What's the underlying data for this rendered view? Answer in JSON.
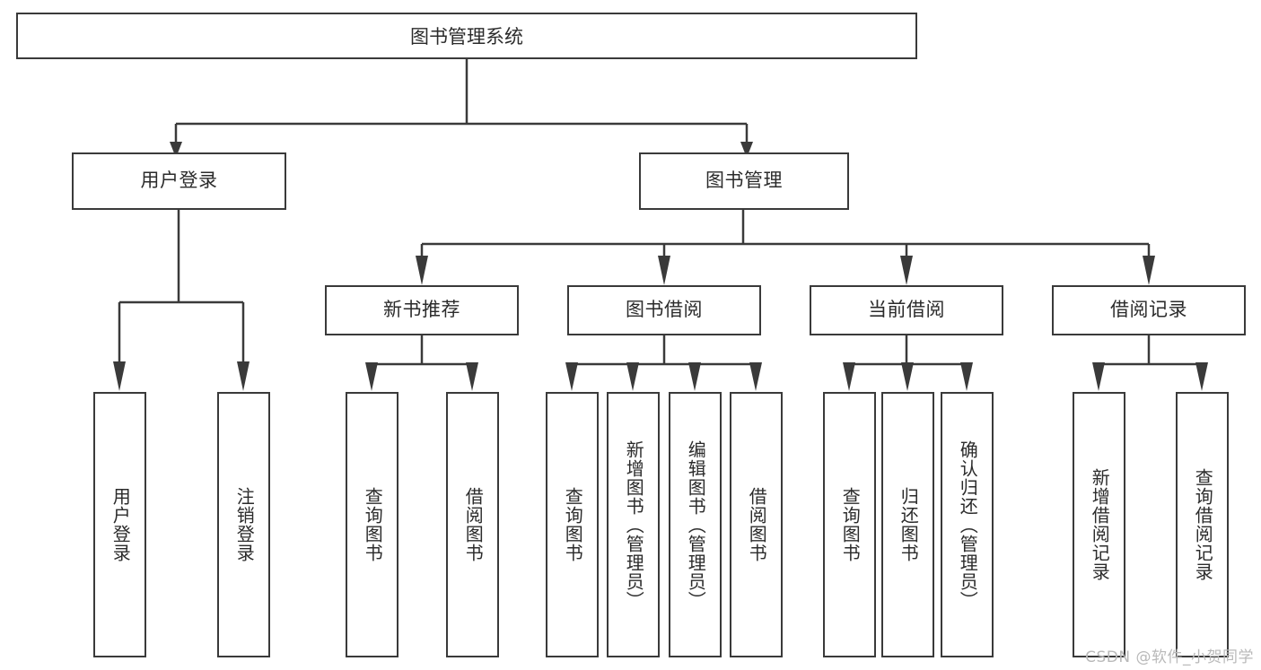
{
  "diagram": {
    "title_node": {
      "label": "图书管理系统"
    },
    "level2": [
      {
        "label": "用户登录"
      },
      {
        "label": "图书管理"
      }
    ],
    "level3": [
      {
        "label": "新书推荐"
      },
      {
        "label": "图书借阅"
      },
      {
        "label": "当前借阅"
      },
      {
        "label": "借阅记录"
      }
    ],
    "leaves": {
      "user_login": [
        {
          "label": "用户登录"
        },
        {
          "label": "注销登录"
        }
      ],
      "new_book": [
        {
          "label": "查询图书"
        },
        {
          "label": "借阅图书"
        }
      ],
      "book_borrow": [
        {
          "label": "查询图书"
        },
        {
          "label": "新增图书（管理员）"
        },
        {
          "label": "编辑图书（管理员）"
        },
        {
          "label": "借阅图书"
        }
      ],
      "current_borrow": [
        {
          "label": "查询图书"
        },
        {
          "label": "归还图书"
        },
        {
          "label": "确认归还（管理员）"
        }
      ],
      "borrow_record": [
        {
          "label": "新增借阅记录"
        },
        {
          "label": "查询借阅记录"
        }
      ]
    }
  },
  "watermark": {
    "text": "CSDN @软件_小贺同学"
  },
  "colors": {
    "stroke": "#3a3a3a",
    "text": "#2b2b2b",
    "background": "#ffffff",
    "watermark": "#b9b9b9"
  }
}
